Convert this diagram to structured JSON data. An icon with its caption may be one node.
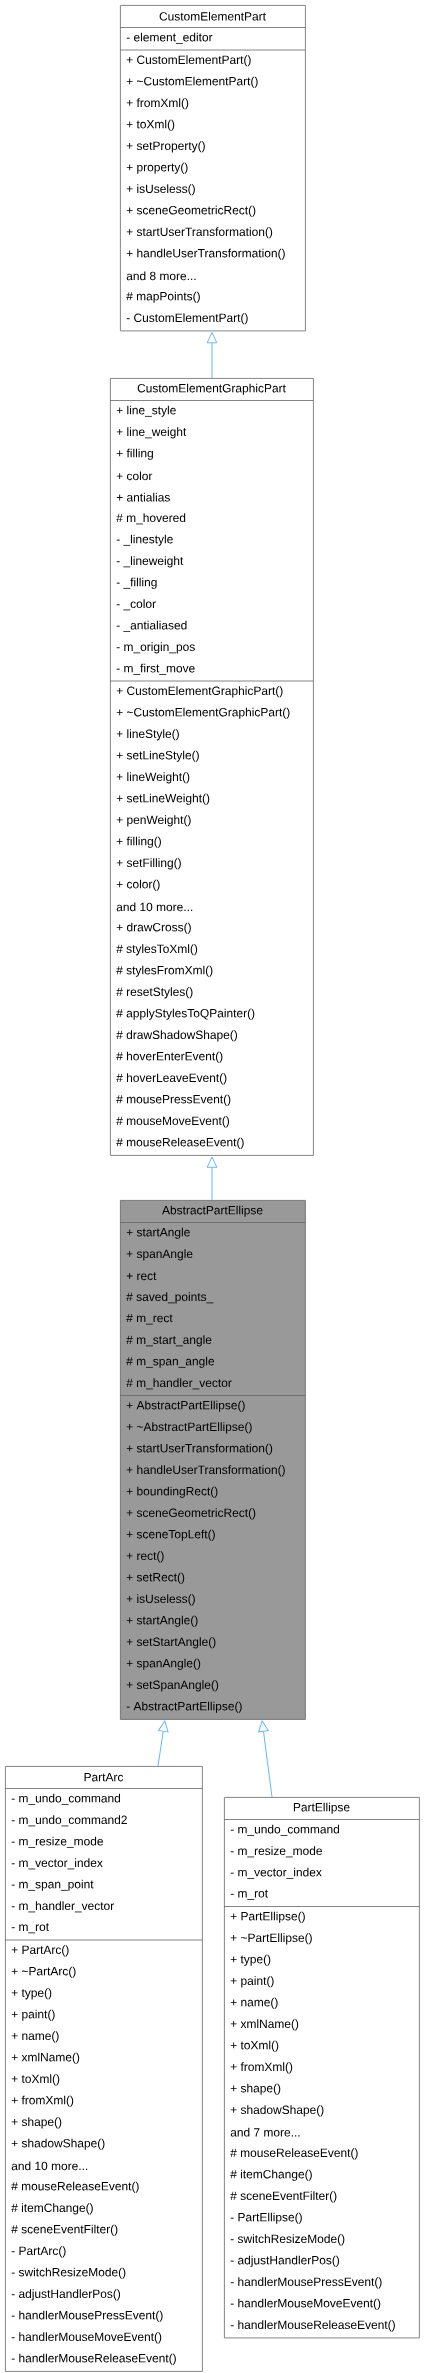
{
  "diagram": {
    "nodes": [
      {
        "text": [
          "CustomElementPart",
          "- element_editor",
          "+ CustomElementPart()",
          "+ ~CustomElementPart()",
          "+ fromXml()",
          "+ toXml()",
          "+ setProperty()",
          "+ property()",
          "+ isUseless()",
          "+ sceneGeometricRect()",
          "+ startUserTransformation()",
          "+ handleUserTransformation()",
          "and 8 more...",
          "# mapPoints()",
          "- CustomElementPart()"
        ]
      },
      {
        "text": [
          "CustomElementGraphicPart",
          "+ line_style",
          "+ line_weight",
          "+ filling",
          "+ color",
          "+ antialias",
          "# m_hovered",
          "- _linestyle",
          "- _lineweight",
          "- _filling",
          "- _color",
          "- _antialiased",
          "- m_origin_pos",
          "- m_first_move",
          "+ CustomElementGraphicPart()",
          "+ ~CustomElementGraphicPart()",
          "+ lineStyle()",
          "+ setLineStyle()",
          "+ lineWeight()",
          "+ setLineWeight()",
          "+ penWeight()",
          "+ filling()",
          "+ setFilling()",
          "+ color()",
          "and 10 more...",
          "+ drawCross()",
          "# stylesToXml()",
          "# stylesFromXml()",
          "# resetStyles()",
          "# applyStylesToQPainter()",
          "# drawShadowShape()",
          "# hoverEnterEvent()",
          "# hoverLeaveEvent()",
          "# mousePressEvent()",
          "# mouseMoveEvent()",
          "# mouseReleaseEvent()"
        ]
      },
      {
        "text": [
          "AbstractPartEllipse",
          "+ startAngle",
          "+ spanAngle",
          "+ rect",
          "# saved_points_",
          "# m_rect",
          "# m_start_angle",
          "# m_span_angle",
          "# m_handler_vector",
          "+ AbstractPartEllipse()",
          "+ ~AbstractPartEllipse()",
          "+ startUserTransformation()",
          "+ handleUserTransformation()",
          "+ boundingRect()",
          "+ sceneGeometricRect()",
          "+ sceneTopLeft()",
          "+ rect()",
          "+ setRect()",
          "+ isUseless()",
          "+ startAngle()",
          "+ setStartAngle()",
          "+ spanAngle()",
          "+ setSpanAngle()",
          "- AbstractPartEllipse()"
        ]
      },
      {
        "text": [
          "PartArc",
          "- m_undo_command",
          "- m_undo_command2",
          "- m_resize_mode",
          "- m_vector_index",
          "- m_span_point",
          "- m_handler_vector",
          "- m_rot",
          "+ PartArc()",
          "+ ~PartArc()",
          "+ type()",
          "+ paint()",
          "+ name()",
          "+ xmlName()",
          "+ toXml()",
          "+ fromXml()",
          "+ shape()",
          "+ shadowShape()",
          "and 10 more...",
          "# mouseReleaseEvent()",
          "# itemChange()",
          "# sceneEventFilter()",
          "- PartArc()",
          "- switchResizeMode()",
          "- adjustHandlerPos()",
          "- handlerMousePressEvent()",
          "- handlerMouseMoveEvent()",
          "- handlerMouseReleaseEvent()"
        ]
      },
      {
        "text": [
          "PartEllipse",
          "- m_undo_command",
          "- m_resize_mode",
          "- m_vector_index",
          "- m_rot",
          "+ PartEllipse()",
          "+ ~PartEllipse()",
          "+ type()",
          "+ paint()",
          "+ name()",
          "+ xmlName()",
          "+ toXml()",
          "+ fromXml()",
          "+ shape()",
          "+ shadowShape()",
          "and 7 more...",
          "# mouseReleaseEvent()",
          "# itemChange()",
          "# sceneEventFilter()",
          "- PartEllipse()",
          "- switchResizeMode()",
          "- adjustHandlerPos()",
          "- handlerMousePressEvent()",
          "- handlerMouseMoveEvent()",
          "- handlerMouseReleaseEvent()"
        ]
      }
    ],
    "edges": [
      {
        "from": 1,
        "to": 0,
        "arrow": "to"
      },
      {
        "from": 2,
        "to": 1,
        "arrow": "to"
      },
      {
        "from": 3,
        "to": 2,
        "arrow": "to"
      },
      {
        "from": 4,
        "to": 2,
        "arrow": "to"
      }
    ]
  }
}
